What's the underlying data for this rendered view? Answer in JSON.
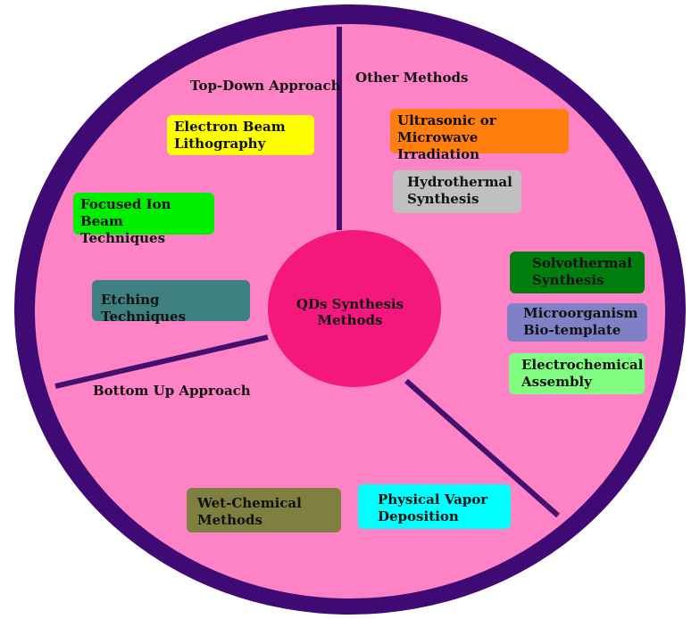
{
  "colors": {
    "outer_ring": "#3f0a73",
    "inner_fill": "#fd83c6",
    "divider": "#44106e",
    "center_fill": "#f5187c",
    "electron_beam": "#ffff00",
    "focused_ion": "#00ee00",
    "etching": "#3e7f80",
    "ultrasonic": "#ff7f0e",
    "hydrothermal": "#c0c0c0",
    "solvothermal": "#007f0e",
    "microorganism": "#7e81c5",
    "electrochemical": "#81fd81",
    "wet_chemical": "#7f7f3f",
    "physical_vapor": "#00ffff"
  },
  "center": {
    "label": "QDs Synthesis Methods"
  },
  "sections": {
    "top_down": "Top-Down Approach",
    "other": "Other Methods",
    "bottom_up": "Bottom Up Approach"
  },
  "methods": {
    "electron_beam": "Electron Beam\n Lithography",
    "focused_ion": "Focused Ion Beam\nTechniques",
    "etching": "Etching Techniques",
    "ultrasonic": "Ultrasonic or Microwave\nIrradiation",
    "hydrothermal": "Hydrothermal\nSynthesis",
    "solvothermal": "Solvothermal\nSynthesis",
    "microorganism": "Microorganism\nBio-template",
    "electrochemical": "Electrochemical\nAssembly",
    "wet_chemical": "Wet-Chemical\nMethods",
    "physical_vapor": "Physical Vapor\nDeposition"
  }
}
